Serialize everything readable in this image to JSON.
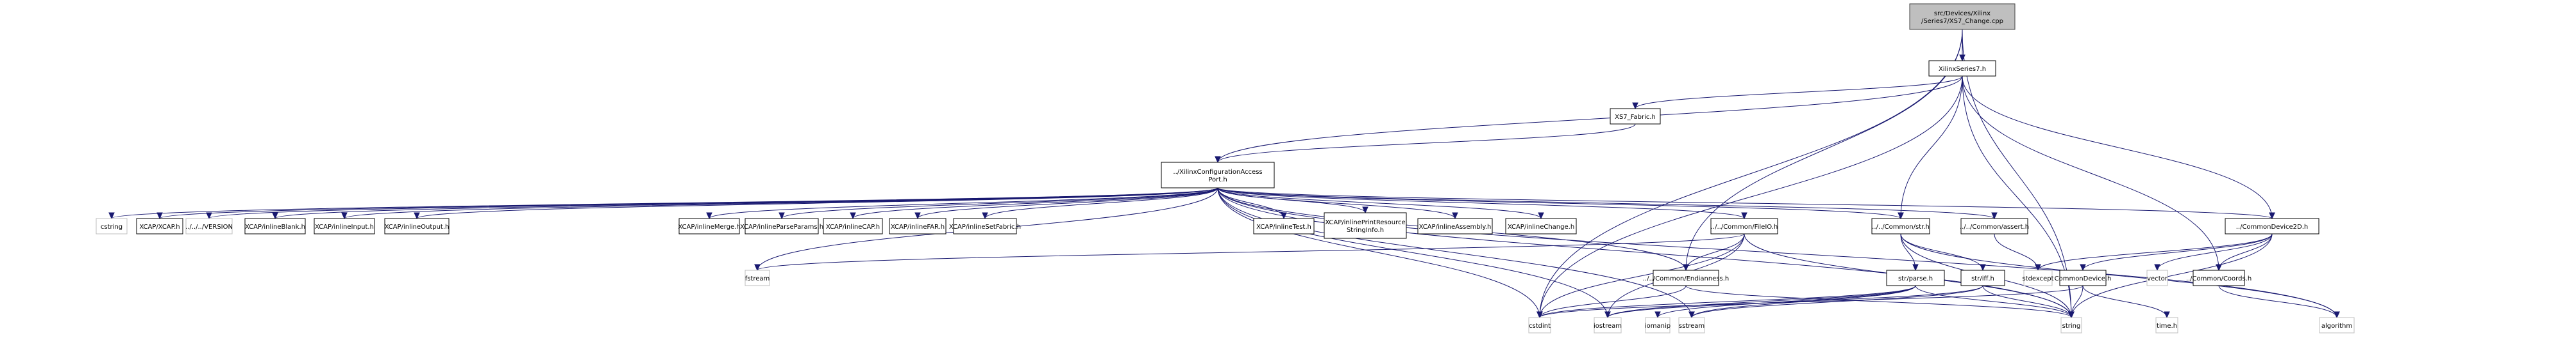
{
  "diagram": {
    "type": "include-dependency-graph",
    "edge_color": "#191970",
    "root_fill": "#bfbfbf",
    "nodes": [
      {
        "id": "root",
        "label": [
          "src/Devices/Xilinx",
          "/Series7/XS7_Change.cpp"
        ],
        "kind": "root"
      },
      {
        "id": "xs7h",
        "label": [
          "XilinxSeries7.h"
        ],
        "kind": "doc"
      },
      {
        "id": "fabric",
        "label": [
          "XS7_Fabric.h"
        ],
        "kind": "doc"
      },
      {
        "id": "xcap",
        "label": [
          "../XilinxConfigurationAccess",
          "Port.h"
        ],
        "kind": "doc"
      },
      {
        "id": "cstring",
        "label": [
          "cstring"
        ],
        "kind": "sys"
      },
      {
        "id": "xcaph",
        "label": [
          "XCAP/XCAP.h"
        ],
        "kind": "doc"
      },
      {
        "id": "version",
        "label": [
          "../../../VERSION"
        ],
        "kind": "sys"
      },
      {
        "id": "iblank",
        "label": [
          "XCAP/inlineBlank.h"
        ],
        "kind": "doc"
      },
      {
        "id": "iinput",
        "label": [
          "XCAP/inlineInput.h"
        ],
        "kind": "doc"
      },
      {
        "id": "ioutput",
        "label": [
          "XCAP/inlineOutput.h"
        ],
        "kind": "doc"
      },
      {
        "id": "imerge",
        "label": [
          "XCAP/inlineMerge.h"
        ],
        "kind": "doc"
      },
      {
        "id": "iparse",
        "label": [
          "XCAP/inlineParseParams.h"
        ],
        "kind": "doc"
      },
      {
        "id": "icap",
        "label": [
          "XCAP/inlineCAP.h"
        ],
        "kind": "doc"
      },
      {
        "id": "ifar",
        "label": [
          "XCAP/inlineFAR.h"
        ],
        "kind": "doc"
      },
      {
        "id": "isetfab",
        "label": [
          "XCAP/inlineSetFabric.h"
        ],
        "kind": "doc"
      },
      {
        "id": "itest",
        "label": [
          "XCAP/inlineTest.h"
        ],
        "kind": "doc"
      },
      {
        "id": "iprint",
        "label": [
          "XCAP/inlinePrintResource",
          "StringInfo.h"
        ],
        "kind": "doc"
      },
      {
        "id": "iasm",
        "label": [
          "XCAP/inlineAssembly.h"
        ],
        "kind": "doc"
      },
      {
        "id": "ichange",
        "label": [
          "XCAP/inlineChange.h"
        ],
        "kind": "doc"
      },
      {
        "id": "fileio",
        "label": [
          "../../Common/FileIO.h"
        ],
        "kind": "doc"
      },
      {
        "id": "strh",
        "label": [
          "../../Common/str.h"
        ],
        "kind": "doc"
      },
      {
        "id": "asserth",
        "label": [
          "../../Common/assert.h"
        ],
        "kind": "doc"
      },
      {
        "id": "cd2d",
        "label": [
          "../CommonDevice2D.h"
        ],
        "kind": "doc"
      },
      {
        "id": "fstream",
        "label": [
          "fstream"
        ],
        "kind": "sys"
      },
      {
        "id": "endian",
        "label": [
          "../../Common/Endianness.h"
        ],
        "kind": "doc"
      },
      {
        "id": "parse",
        "label": [
          "str/parse.h"
        ],
        "kind": "doc"
      },
      {
        "id": "iff",
        "label": [
          "str/iff.h"
        ],
        "kind": "doc"
      },
      {
        "id": "stdexcept",
        "label": [
          "stdexcept"
        ],
        "kind": "sys"
      },
      {
        "id": "cdev",
        "label": [
          "CommonDevice.h"
        ],
        "kind": "doc"
      },
      {
        "id": "vector",
        "label": [
          "vector"
        ],
        "kind": "sys"
      },
      {
        "id": "coords",
        "label": [
          "../Common/Coords.h"
        ],
        "kind": "doc"
      },
      {
        "id": "cstdint",
        "label": [
          "cstdint"
        ],
        "kind": "sys"
      },
      {
        "id": "iostream",
        "label": [
          "iostream"
        ],
        "kind": "sys"
      },
      {
        "id": "iomanip",
        "label": [
          "iomanip"
        ],
        "kind": "sys"
      },
      {
        "id": "sstream",
        "label": [
          "sstream"
        ],
        "kind": "sys"
      },
      {
        "id": "string",
        "label": [
          "string"
        ],
        "kind": "sys"
      },
      {
        "id": "timeh",
        "label": [
          "time.h"
        ],
        "kind": "sys"
      },
      {
        "id": "algorithm",
        "label": [
          "algorithm"
        ],
        "kind": "sys"
      }
    ],
    "edges": [
      [
        "root",
        "xs7h"
      ],
      [
        "root",
        "endian"
      ],
      [
        "root",
        "string"
      ],
      [
        "root",
        "cstdint"
      ],
      [
        "xs7h",
        "fabric"
      ],
      [
        "xs7h",
        "xcap"
      ],
      [
        "xs7h",
        "cd2d"
      ],
      [
        "xs7h",
        "coords"
      ],
      [
        "xs7h",
        "string"
      ],
      [
        "xs7h",
        "strh"
      ],
      [
        "xs7h",
        "cstdint"
      ],
      [
        "fabric",
        "xcap"
      ],
      [
        "xcap",
        "cstring"
      ],
      [
        "xcap",
        "xcaph"
      ],
      [
        "xcap",
        "version"
      ],
      [
        "xcap",
        "iblank"
      ],
      [
        "xcap",
        "iinput"
      ],
      [
        "xcap",
        "ioutput"
      ],
      [
        "xcap",
        "imerge"
      ],
      [
        "xcap",
        "iparse"
      ],
      [
        "xcap",
        "icap"
      ],
      [
        "xcap",
        "ifar"
      ],
      [
        "xcap",
        "isetfab"
      ],
      [
        "xcap",
        "itest"
      ],
      [
        "xcap",
        "iprint"
      ],
      [
        "xcap",
        "iasm"
      ],
      [
        "xcap",
        "ichange"
      ],
      [
        "xcap",
        "fileio"
      ],
      [
        "xcap",
        "strh"
      ],
      [
        "xcap",
        "asserth"
      ],
      [
        "xcap",
        "cd2d"
      ],
      [
        "xcap",
        "fstream"
      ],
      [
        "xcap",
        "cstdint"
      ],
      [
        "xcap",
        "iostream"
      ],
      [
        "xcap",
        "endian"
      ],
      [
        "xcap",
        "string"
      ],
      [
        "xcap",
        "algorithm"
      ],
      [
        "xcap",
        "sstream"
      ],
      [
        "fileio",
        "fstream"
      ],
      [
        "fileio",
        "endian"
      ],
      [
        "fileio",
        "cstdint"
      ],
      [
        "fileio",
        "iostream"
      ],
      [
        "fileio",
        "string"
      ],
      [
        "strh",
        "parse"
      ],
      [
        "strh",
        "iff"
      ],
      [
        "strh",
        "string"
      ],
      [
        "strh",
        "algorithm"
      ],
      [
        "asserth",
        "stdexcept"
      ],
      [
        "cd2d",
        "stdexcept"
      ],
      [
        "cd2d",
        "cdev"
      ],
      [
        "cd2d",
        "vector"
      ],
      [
        "cd2d",
        "coords"
      ],
      [
        "cd2d",
        "string"
      ],
      [
        "endian",
        "cstdint"
      ],
      [
        "endian",
        "string"
      ],
      [
        "parse",
        "iostream"
      ],
      [
        "parse",
        "iomanip"
      ],
      [
        "parse",
        "sstream"
      ],
      [
        "parse",
        "string"
      ],
      [
        "parse",
        "cstdint"
      ],
      [
        "iff",
        "iostream"
      ],
      [
        "iff",
        "sstream"
      ],
      [
        "iff",
        "string"
      ],
      [
        "cdev",
        "string"
      ],
      [
        "cdev",
        "timeh"
      ],
      [
        "cdev",
        "cstdint"
      ],
      [
        "coords",
        "algorithm"
      ]
    ]
  }
}
